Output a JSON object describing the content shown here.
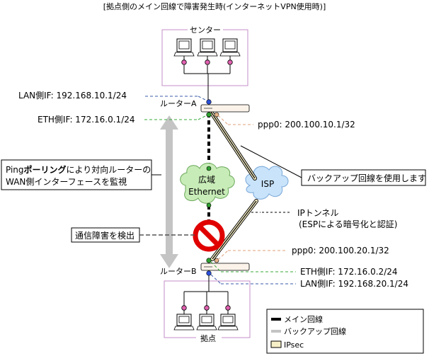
{
  "title": "[拠点側のメイン回線で障害発生時(インターネットVPN使用時)]",
  "center": {
    "label": "センター"
  },
  "base": {
    "label": "拠点"
  },
  "router_a": {
    "label": "ルーターA",
    "lan_if": "LAN側IF: 192.168.10.1/24",
    "eth_if": "ETH側IF: 172.16.0.1/24",
    "ppp0": "ppp0: 200.100.10.1/32"
  },
  "router_b": {
    "label": "ルーターB",
    "ppp0": "ppp0: 200.100.20.1/32",
    "eth_if": "ETH側IF: 172.16.0.2/24",
    "lan_if": "LAN側IF: 192.168.20.1/24"
  },
  "wan_cloud": {
    "line1": "広域",
    "line2": "Ethernet"
  },
  "isp_cloud": {
    "label": "ISP"
  },
  "callouts": {
    "ping_line1_prefix": "Ping",
    "ping_line1_bold": "ポーリング",
    "ping_line1_suffix": "により対向ルーターの",
    "ping_line2": "WAN側インターフェースを監視",
    "backup_use": "バックアップ回線を使用します",
    "fault_detect": "通信障害を検出",
    "ip_tunnel_line1": "IPトンネル",
    "ip_tunnel_line2": "(ESPによる暗号化と認証)"
  },
  "legend": {
    "main": "メイン回線",
    "backup": "バックアップ回線",
    "ipsec": "IPsec"
  },
  "colors": {
    "site_box": "#c58ec8",
    "cloud_green": "#c8ecb8",
    "cloud_green_stroke": "#6aa85a",
    "cloud_blue": "#c8e3fa",
    "cloud_blue_stroke": "#7aa8d8",
    "ipsec_fill": "#f7efc6",
    "gray_arrow": "#c4c4c4",
    "lan_dash": "#3a5aa8",
    "eth_dash": "#3aa83a",
    "ppp_dash": "#e0a07a",
    "port_blue": "#2a4fd8",
    "port_green": "#2fa02f",
    "no_sign": "#e00000",
    "pc_node": "#e060b0"
  },
  "icons": [
    "pc-icon",
    "router-icon",
    "cloud-icon",
    "no-entry-icon"
  ]
}
